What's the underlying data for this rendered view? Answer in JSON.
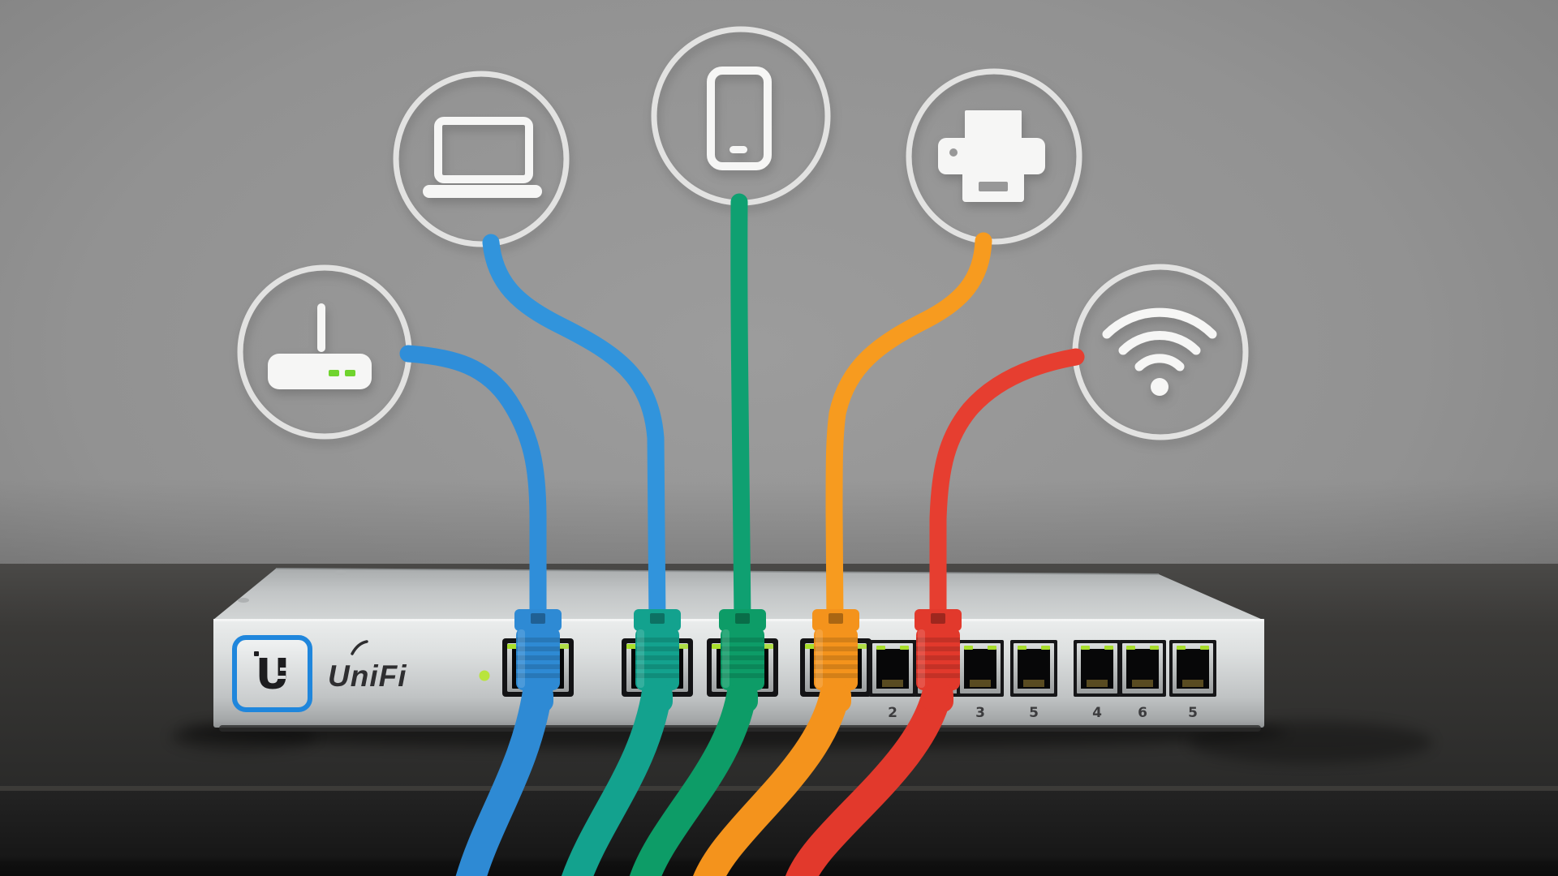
{
  "scene": {
    "description_labels": {},
    "palette": {
      "wall": "#919191",
      "desk_top": "#3c3b39",
      "desk_front": "#1c1c1c",
      "switch_body": "#d9dbdc",
      "circle_stroke": "#e2e2e1",
      "icon_fill": "#f6f6f5"
    }
  },
  "switch": {
    "brand": "UniFi",
    "logo_letter": "U",
    "logo_border_color": "#1f86dc",
    "status_led_color": "#b9e43c",
    "port_led_color": "#a8de2b",
    "port_labels": [
      "2",
      "3",
      "5",
      "4",
      "6",
      "5"
    ]
  },
  "devices": [
    {
      "id": "router",
      "icon": "wireless-router-icon",
      "cable_color": "#2f8ed9",
      "plug_color": "#2e8ad4",
      "icon_led_color": "#6fd42e"
    },
    {
      "id": "laptop",
      "icon": "laptop-icon",
      "cable_color": "#3194dc",
      "plug_color": "#13a28e"
    },
    {
      "id": "smartphone",
      "icon": "smartphone-icon",
      "cable_color": "#0fa071",
      "plug_color": "#0d9c67"
    },
    {
      "id": "printer",
      "icon": "printer-icon",
      "cable_color": "#f79b1f",
      "plug_color": "#f4931c"
    },
    {
      "id": "wifi",
      "icon": "wifi-icon",
      "cable_color": "#e63e30",
      "plug_color": "#e2392c"
    }
  ]
}
